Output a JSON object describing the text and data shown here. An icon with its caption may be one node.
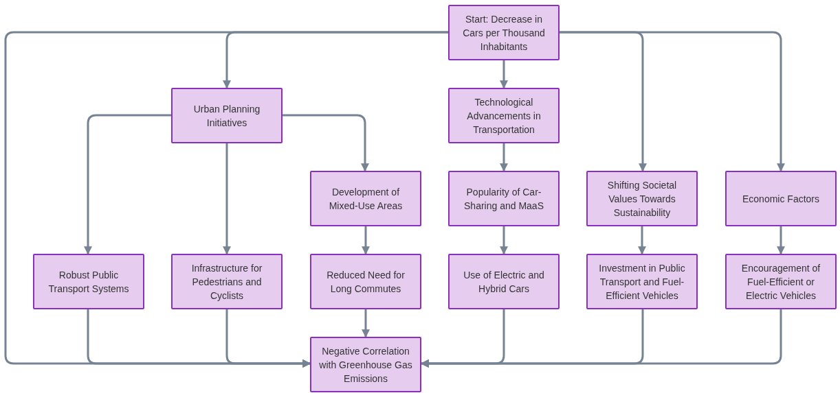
{
  "diagram": {
    "nodes": [
      {
        "text": [
          "Start: Decrease in Cars per Thousand Inhabitants"
        ]
      },
      {
        "text": [
          "Urban Planning Initiatives"
        ]
      },
      {
        "text": [
          "Technological Advancements in Transportation"
        ]
      },
      {
        "text": [
          "Development of Mixed-Use Areas"
        ]
      },
      {
        "text": [
          "Popularity of Car-Sharing and MaaS"
        ]
      },
      {
        "text": [
          "Shifting Societal Values Towards Sustainability"
        ]
      },
      {
        "text": [
          "Economic Factors"
        ]
      },
      {
        "text": [
          "Robust Public Transport Systems"
        ]
      },
      {
        "text": [
          "Infrastructure for Pedestrians and Cyclists"
        ]
      },
      {
        "text": [
          "Reduced Need for Long Commutes"
        ]
      },
      {
        "text": [
          "Use of Electric and Hybrid Cars"
        ]
      },
      {
        "text": [
          "Investment in Public Transport and Fuel-Efficient Vehicles"
        ]
      },
      {
        "text": [
          "Encouragement of Fuel-Efficient or Electric Vehicles"
        ]
      },
      {
        "text": [
          "Negative Correlation with Greenhouse Gas Emissions"
        ]
      }
    ],
    "edges": [
      {
        "from": 0,
        "to": 1,
        "arrow": "to"
      },
      {
        "from": 0,
        "to": 2,
        "arrow": "to"
      },
      {
        "from": 0,
        "to": 5,
        "arrow": "to"
      },
      {
        "from": 0,
        "to": 6,
        "arrow": "to"
      },
      {
        "from": 0,
        "to": 13,
        "arrow": "to"
      },
      {
        "from": 1,
        "to": 7,
        "arrow": "to"
      },
      {
        "from": 1,
        "to": 8,
        "arrow": "to"
      },
      {
        "from": 1,
        "to": 3,
        "arrow": "to"
      },
      {
        "from": 2,
        "to": 4,
        "arrow": "to"
      },
      {
        "from": 3,
        "to": 9,
        "arrow": "to"
      },
      {
        "from": 4,
        "to": 10,
        "arrow": "to"
      },
      {
        "from": 5,
        "to": 11,
        "arrow": "to"
      },
      {
        "from": 6,
        "to": 12,
        "arrow": "to"
      },
      {
        "from": 7,
        "to": 13,
        "arrow": "to"
      },
      {
        "from": 8,
        "to": 13,
        "arrow": "to"
      },
      {
        "from": 9,
        "to": 13,
        "arrow": "to"
      },
      {
        "from": 10,
        "to": 13,
        "arrow": "to"
      },
      {
        "from": 11,
        "to": 13,
        "arrow": "to"
      },
      {
        "from": 12,
        "to": 13,
        "arrow": "to"
      }
    ]
  }
}
